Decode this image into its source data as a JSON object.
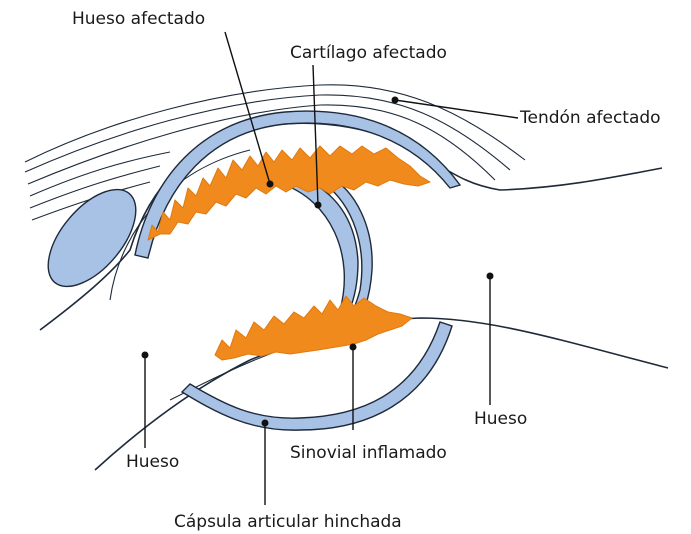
{
  "labels": {
    "hueso_afectado": "Hueso afectado",
    "cartilago_afectado": "Cartílago afectado",
    "tendon_afectado": "Tendón afectado",
    "hueso_left": "Hueso",
    "hueso_right": "Hueso",
    "sinovial_inflamado": "Sinovial inflamado",
    "capsula": "Cápsula articular hinchada"
  },
  "colors": {
    "synovial_tissue": "#f08a1c",
    "cartilage_capsule": "#a8c2e6",
    "outline": "#1e2a3a"
  }
}
